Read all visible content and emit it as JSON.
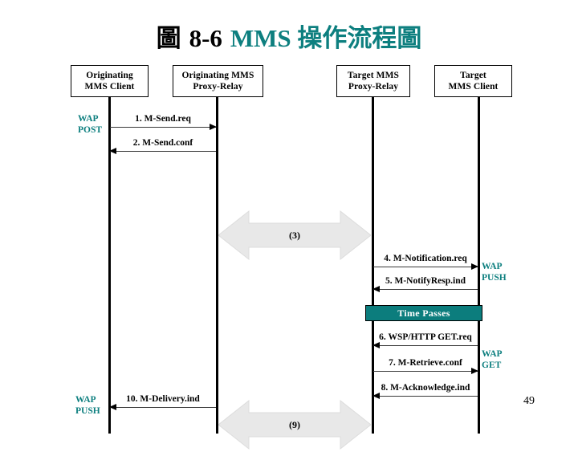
{
  "slide": {
    "title_prefix_cjk": "圖",
    "title_number": "8-6",
    "title_main": "MMS 操作流程圖",
    "page_number": "49",
    "colors": {
      "teal": "#0d7f7f",
      "time_bar_fill": "#0c7d7d",
      "big_arrow_fill": "#e8e8e8",
      "black": "#000000"
    }
  },
  "diagram": {
    "type": "sequence-diagram",
    "actors": [
      {
        "id": "orig-client",
        "line1": "Originating",
        "line2": "MMS Client"
      },
      {
        "id": "orig-proxy",
        "line1": "Originating MMS",
        "line2": "Proxy-Relay"
      },
      {
        "id": "target-proxy",
        "line1": "Target MMS",
        "line2": "Proxy-Relay"
      },
      {
        "id": "target-client",
        "line1": "Target",
        "line2": "MMS Client"
      }
    ],
    "messages": [
      {
        "num": "1",
        "label": "1. M-Send.req",
        "direction": "right"
      },
      {
        "num": "2",
        "label": "2. M-Send.conf",
        "direction": "left"
      },
      {
        "num": "4",
        "label": "4. M-Notification.req",
        "direction": "right"
      },
      {
        "num": "5",
        "label": "5. M-NotifyResp.ind",
        "direction": "left"
      },
      {
        "num": "6",
        "label": "6. WSP/HTTP GET.req",
        "direction": "left"
      },
      {
        "num": "7",
        "label": "7. M-Retrieve.conf",
        "direction": "right"
      },
      {
        "num": "8",
        "label": "8. M-Acknowledge.ind",
        "direction": "left"
      },
      {
        "num": "10",
        "label": "10. M-Delivery.ind",
        "direction": "left"
      }
    ],
    "transfer_arrows": [
      {
        "num": "3",
        "label": "(3)"
      },
      {
        "num": "9",
        "label": "(9)"
      }
    ],
    "bearers": [
      {
        "id": "wap-post",
        "line1": "WAP",
        "line2": "POST"
      },
      {
        "id": "wap-push-1",
        "line1": "WAP",
        "line2": "PUSH"
      },
      {
        "id": "wap-get",
        "line1": "WAP",
        "line2": "GET"
      },
      {
        "id": "wap-push-2",
        "line1": "WAP",
        "line2": "PUSH"
      }
    ],
    "time_passes_label": "Time Passes"
  }
}
